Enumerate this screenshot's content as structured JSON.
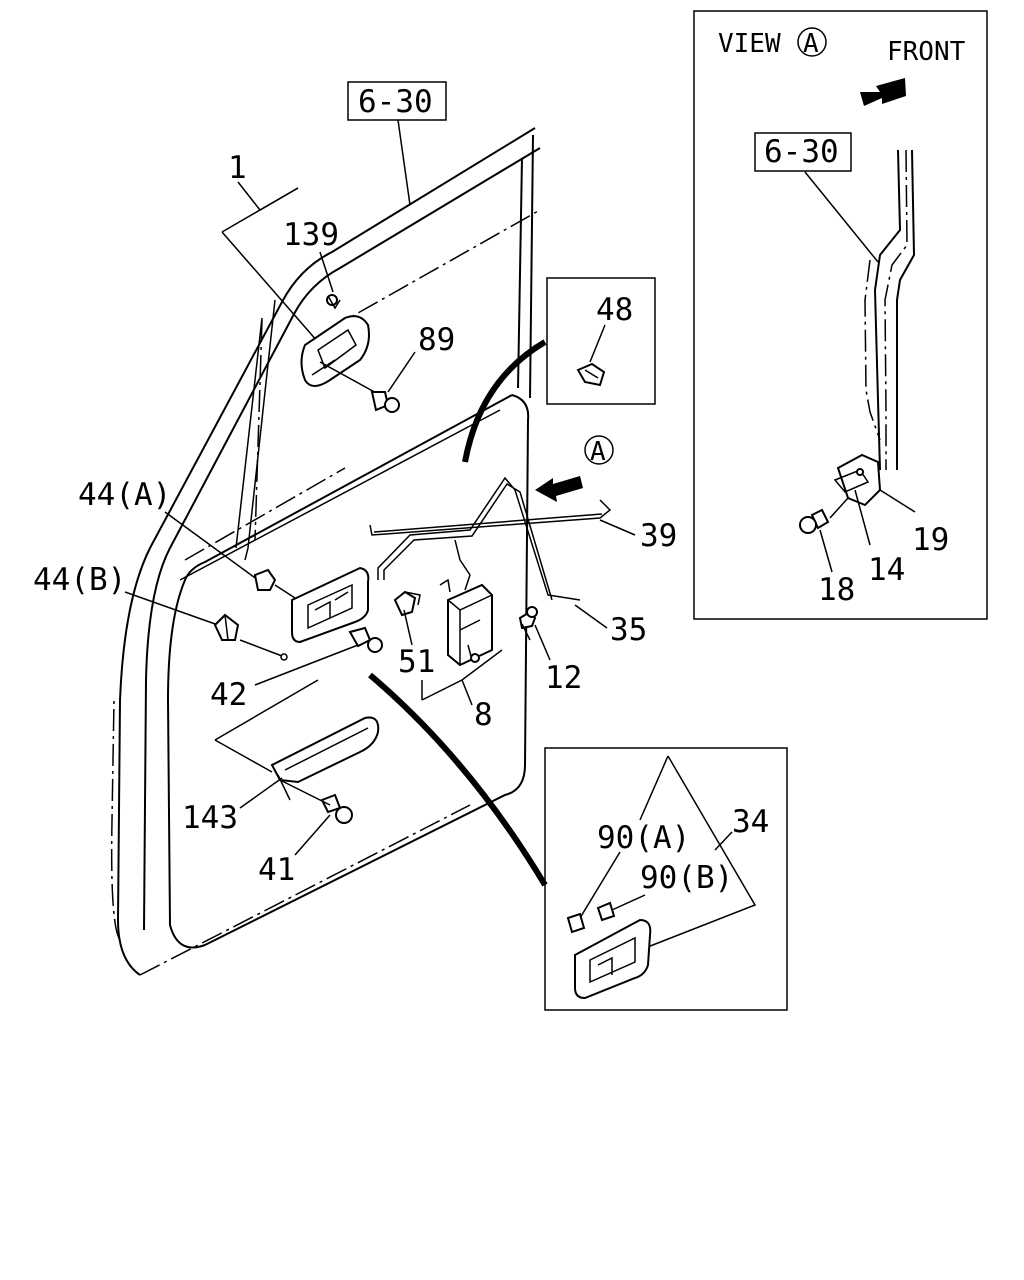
{
  "labels": {
    "ref_6_30_main": "6-30",
    "p1": "1",
    "p139": "139",
    "p89": "89",
    "p48": "48",
    "p44a": "44(A)",
    "p44b": "44(B)",
    "p42": "42",
    "p51": "51",
    "p8": "8",
    "p12": "12",
    "p35": "35",
    "p39": "39",
    "p143": "143",
    "p41": "41",
    "p90a": "90(A)",
    "p90b": "90(B)",
    "p34": "34",
    "view_a_main": "A"
  },
  "inset_view": {
    "title": "VIEW",
    "title_circle": "A",
    "front": "FRONT",
    "ref_6_30": "6-30",
    "p18": "18",
    "p14": "14",
    "p19": "19"
  }
}
